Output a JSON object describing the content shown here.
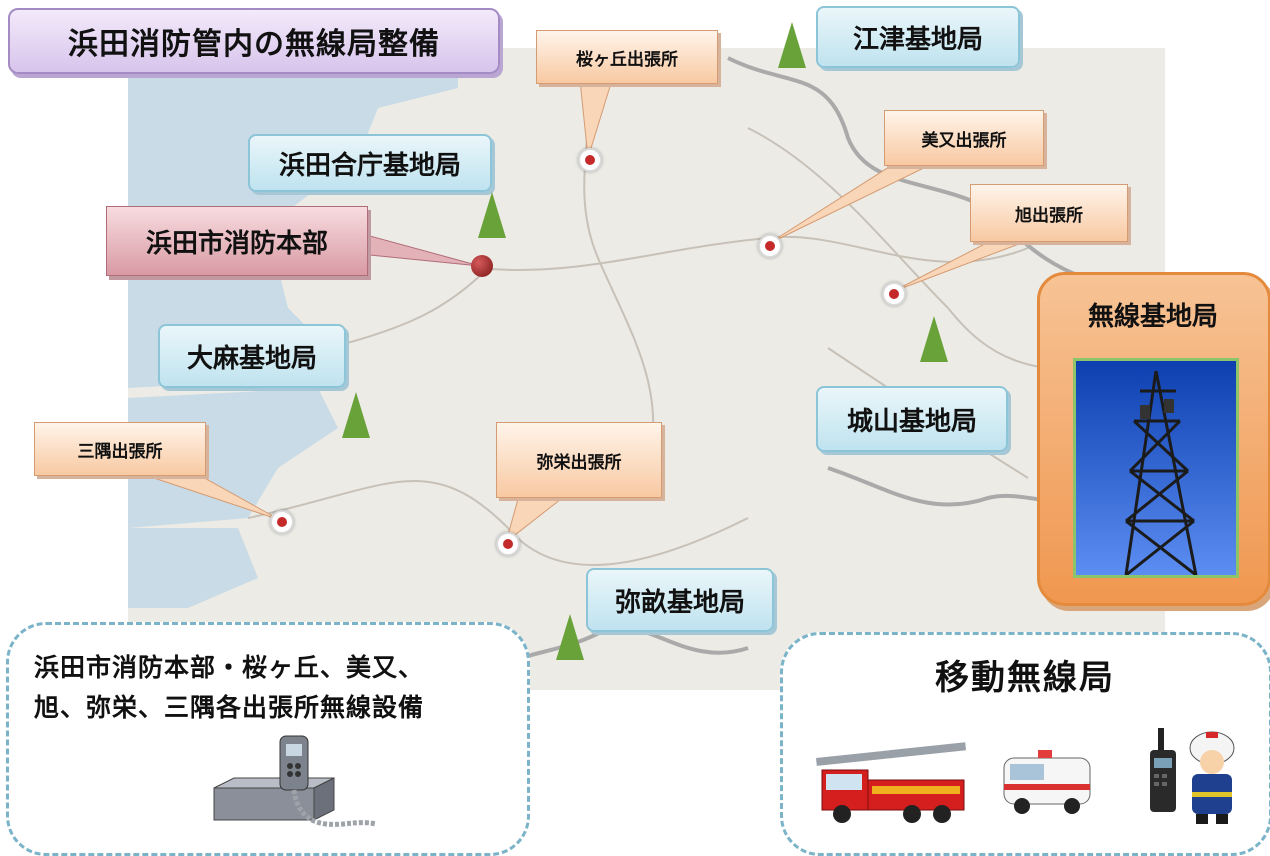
{
  "title": "浜田消防管内の無線局整備",
  "headquarters": {
    "label": "浜田市消防本部"
  },
  "base_stations": [
    {
      "id": "gotsu",
      "label": "江津基地局"
    },
    {
      "id": "godo",
      "label": "浜田合庁基地局"
    },
    {
      "id": "oasa",
      "label": "大麻基地局"
    },
    {
      "id": "shiroyama",
      "label": "城山基地局"
    },
    {
      "id": "yase",
      "label": "弥畝基地局"
    }
  ],
  "branch_offices": [
    {
      "id": "sakuragaoka",
      "label": "桜ヶ丘出張所"
    },
    {
      "id": "mimata",
      "label": "美又出張所"
    },
    {
      "id": "asahi",
      "label": "旭出張所"
    },
    {
      "id": "misumi",
      "label": "三隅出張所"
    },
    {
      "id": "yasaka",
      "label": "弥栄出張所"
    }
  ],
  "legend_base_station": {
    "title": "無線基地局"
  },
  "fixed_equipment_box": {
    "line1": "浜田市消防本部・桜ヶ丘、美又、",
    "line2": "旭、弥栄、三隅各出張所無線設備"
  },
  "mobile_box": {
    "title": "移動無線局"
  },
  "colors": {
    "station_box": "#bfe3ef",
    "branch_box": "#f8c9a2",
    "hq_box": "#d99aa4",
    "tower": "#6aa23a",
    "marker_dot": "#c42a2a",
    "panel": "#f09750"
  },
  "icons": [
    "radio-tower-icon",
    "office-marker-icon",
    "fire-engine-icon",
    "ambulance-icon",
    "handheld-radio-icon",
    "firefighter-icon",
    "mobile-radio-unit-icon"
  ]
}
